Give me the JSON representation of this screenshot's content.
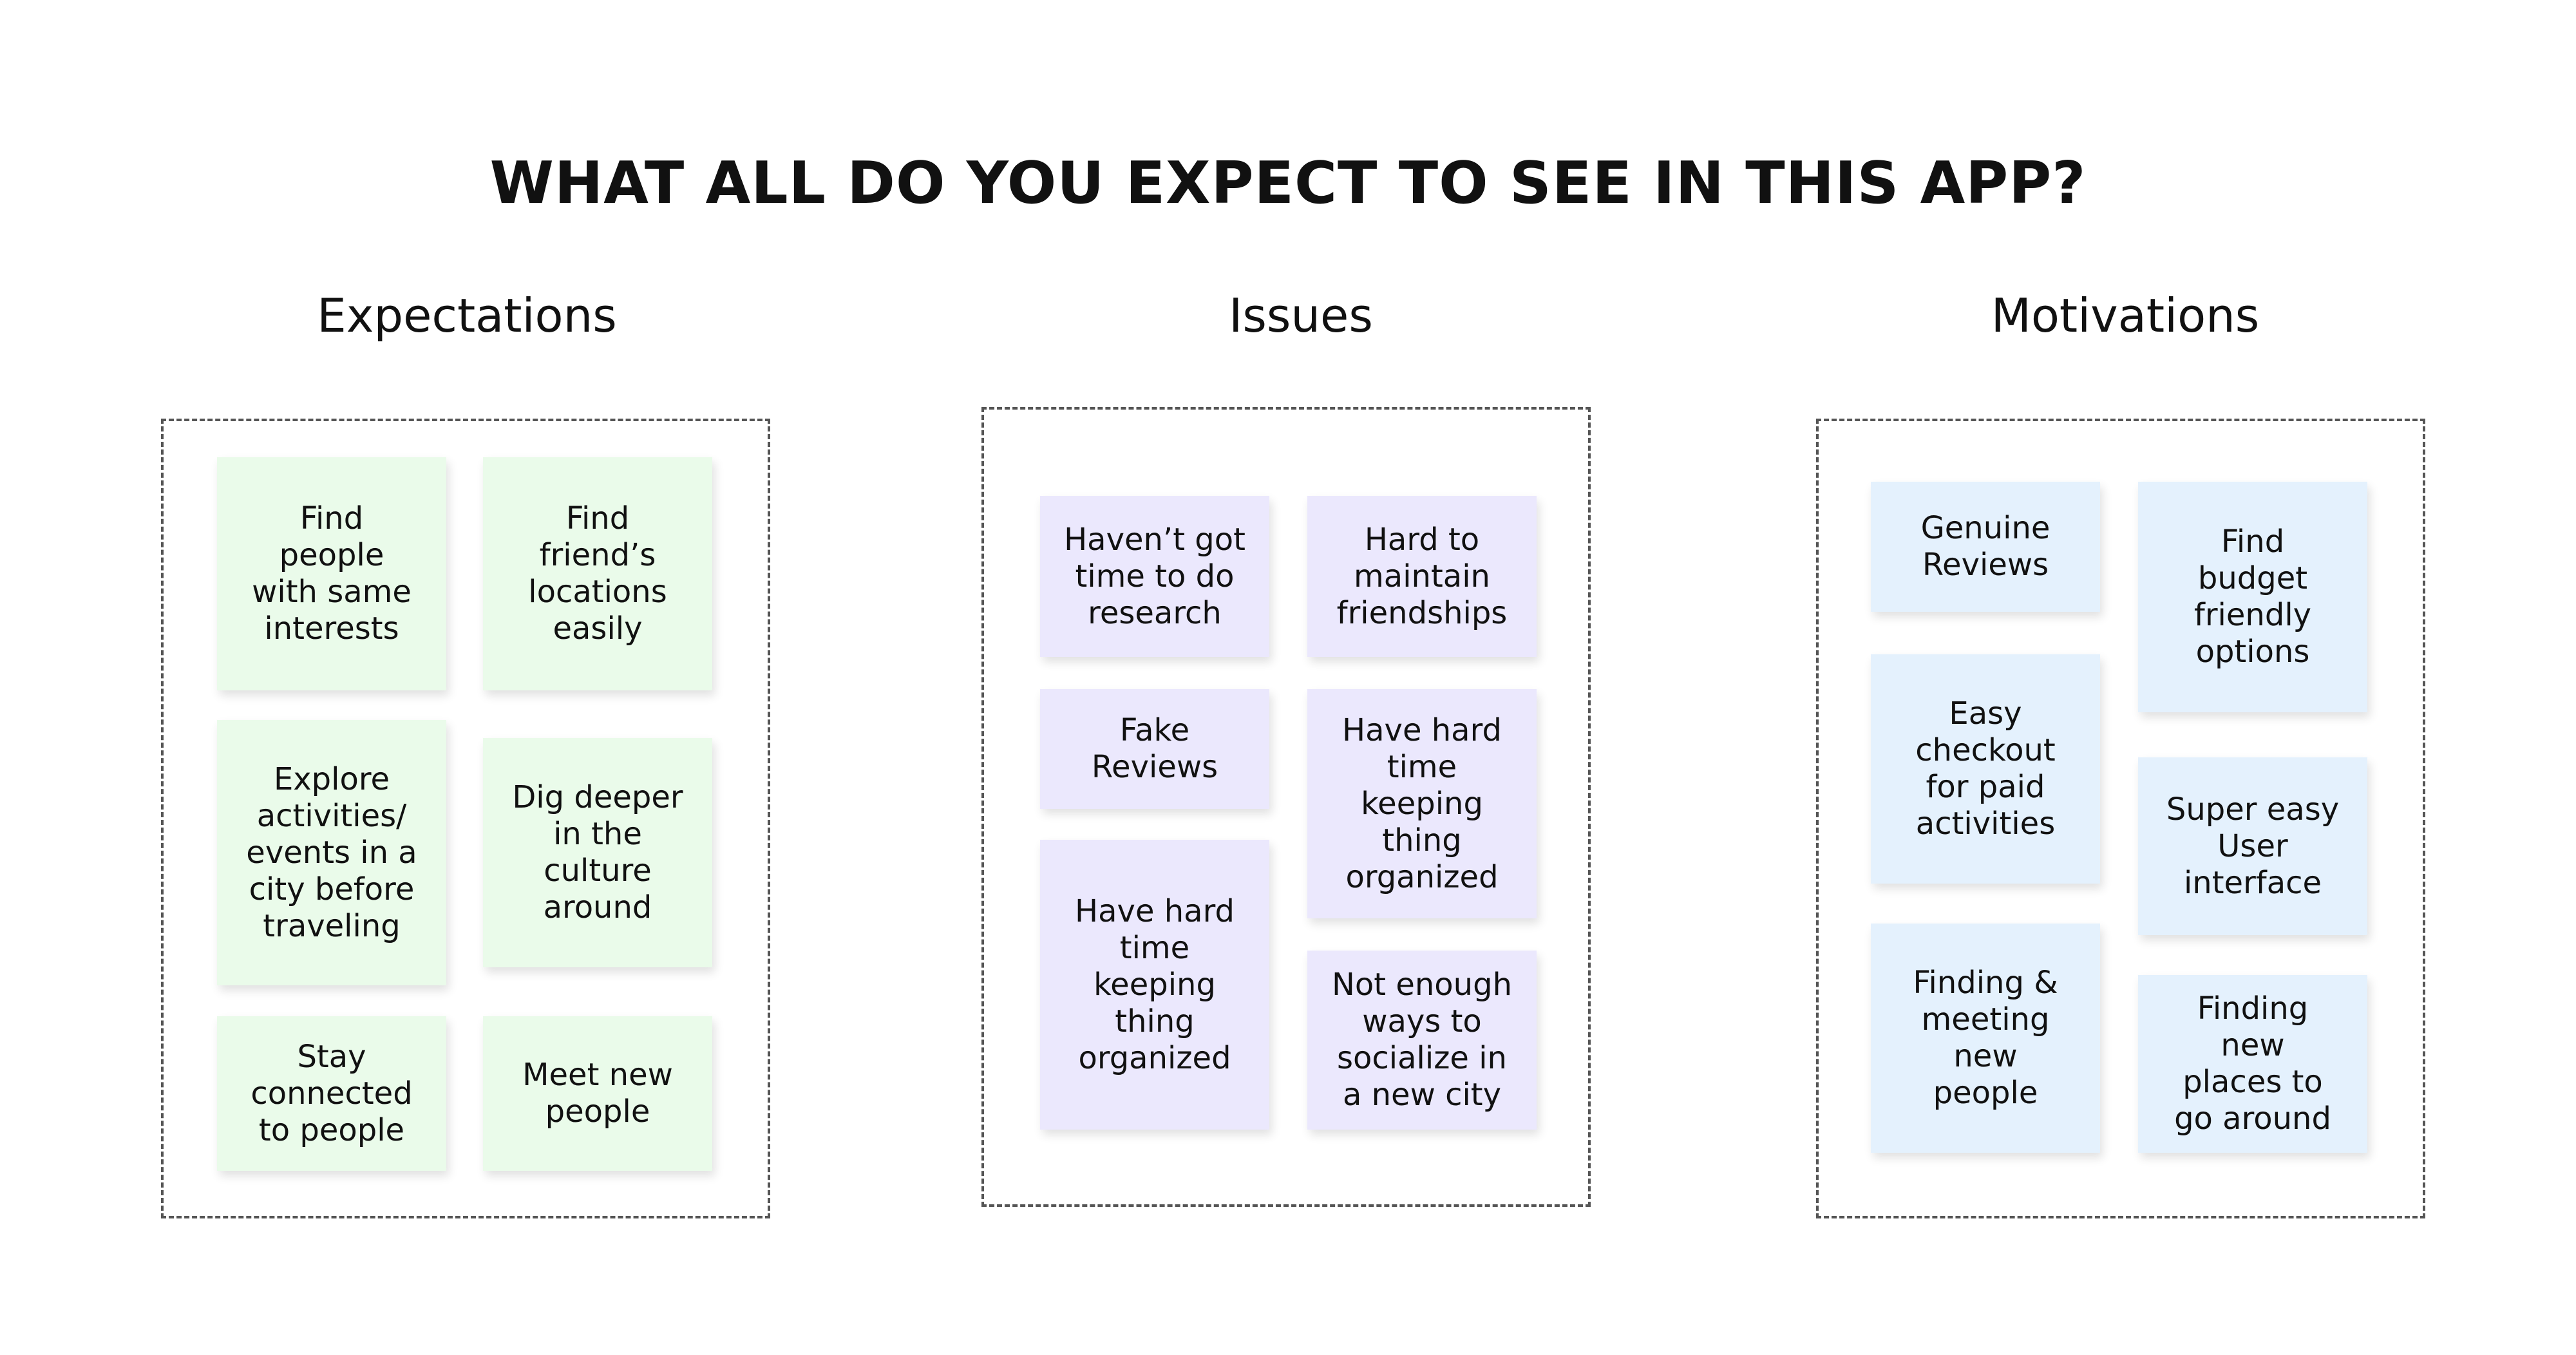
{
  "title": "WHAT ALL DO YOU EXPECT TO SEE IN THIS APP?",
  "colors": {
    "expectations_note": "#eafbea",
    "issues_note": "#ebe8fd",
    "motivations_note": "#e4f1fd",
    "board_border": "#555555"
  },
  "sections": [
    {
      "heading": "Expectations",
      "notes": [
        "Find\npeople\nwith same\ninterests",
        "Find\nfriend’s\nlocations\neasily",
        "Explore\nactivities/\nevents in a\ncity before\ntraveling",
        "Dig deeper\nin the\nculture\naround",
        "Stay\nconnected\nto people",
        "Meet new\npeople"
      ]
    },
    {
      "heading": "Issues",
      "notes": [
        "Haven’t got\ntime to do\nresearch",
        "Hard to\nmaintain\nfriendships",
        "Fake\nReviews",
        "Have hard\ntime\nkeeping\nthing\norganized",
        "Have hard\ntime\nkeeping\nthing\norganized",
        "Not enough\nways to\nsocialize in\na new city"
      ]
    },
    {
      "heading": "Motivations",
      "notes": [
        "Genuine\nReviews",
        "Find\nbudget\nfriendly\noptions",
        "Easy\ncheckout\nfor paid\nactivities",
        "Super easy\nUser\ninterface",
        "Finding &\nmeeting\nnew\npeople",
        "Finding\nnew\nplaces to\ngo around"
      ]
    }
  ]
}
